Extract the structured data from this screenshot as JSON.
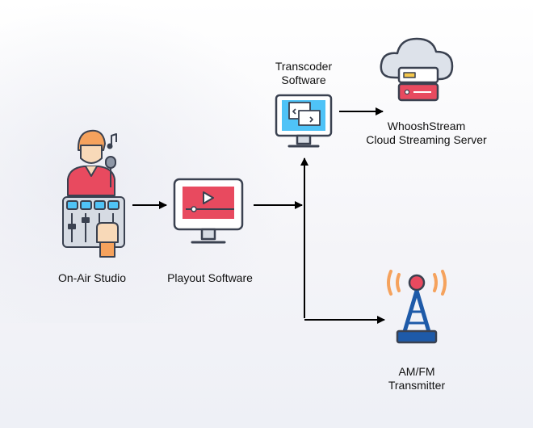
{
  "nodes": {
    "studio": {
      "label": "On-Air Studio",
      "icon": "dj-studio-icon"
    },
    "playout": {
      "label": "Playout Software",
      "icon": "monitor-video-icon"
    },
    "transcoder": {
      "label_line1": "Transcoder",
      "label_line2": "Software",
      "icon": "code-monitor-icon"
    },
    "server": {
      "label_line1": "WhooshStream",
      "label_line2": "Cloud Streaming Server",
      "icon": "cloud-server-icon"
    },
    "transmitter": {
      "label_line1": "AM/FM",
      "label_line2": "Transmitter",
      "icon": "radio-tower-icon"
    }
  },
  "colors": {
    "outline": "#3a4150",
    "accent_red": "#e84a5f",
    "accent_blue": "#4fc3f7",
    "accent_orange": "#f5a25d",
    "cloud_gray": "#dde2ea",
    "arrow": "#000000"
  }
}
